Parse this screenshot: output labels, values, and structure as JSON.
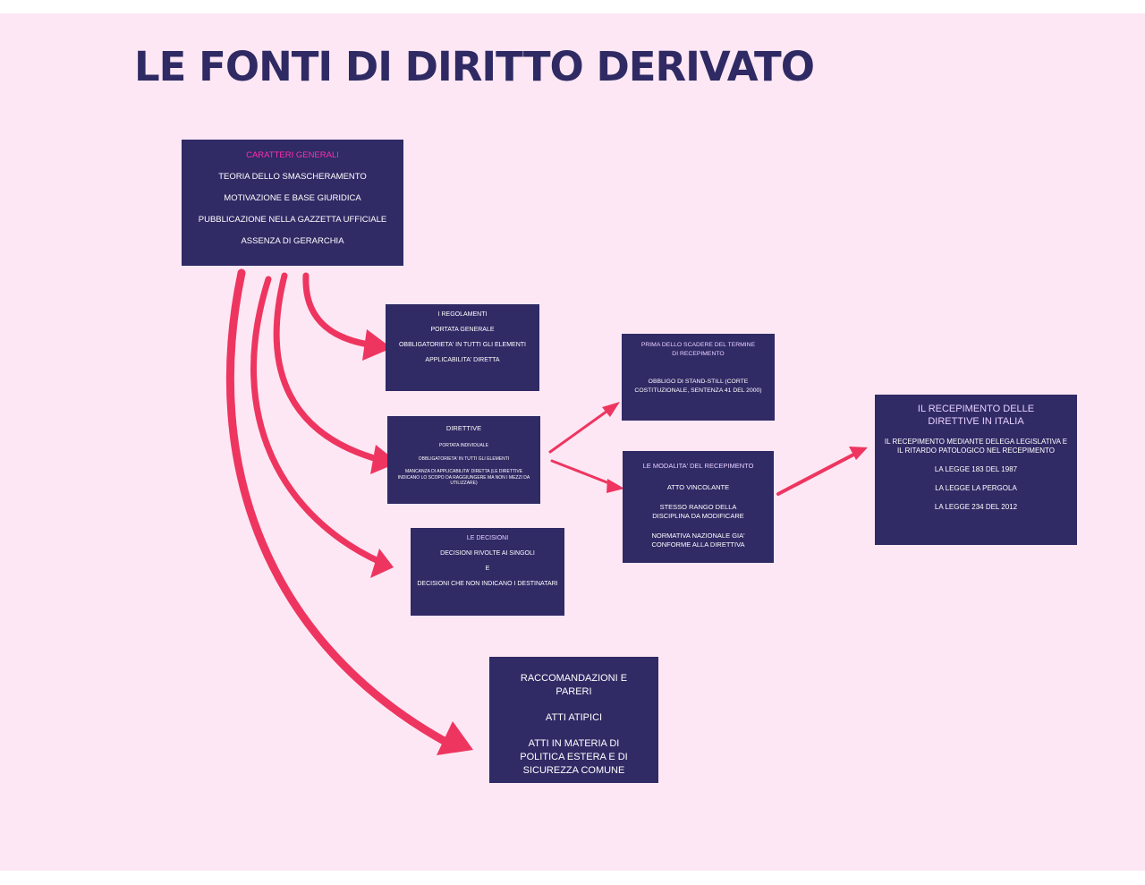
{
  "title": "LE FONTI DI DIRITTO DERIVATO",
  "colors": {
    "background": "#fde7f4",
    "box": "#302a65",
    "title": "#2f2a63",
    "arrow": "#ee3560",
    "heading_pink": "#ff2fb0",
    "heading_lavender": "#e7d0ff"
  },
  "caratteri": {
    "heading": "CARATTERI GENERALI",
    "items": [
      "TEORIA DELLO SMASCHERAMENTO",
      "MOTIVAZIONE E BASE GIURIDICA",
      "PUBBLICAZIONE NELLA GAZZETTA UFFICIALE",
      "ASSENZA DI GERARCHIA"
    ]
  },
  "regolamenti": {
    "heading": "I REGOLAMENTI",
    "items": [
      "PORTATA GENERALE",
      "OBBLIGATORIETA' IN TUTTI GLI ELEMENTI",
      "APPLICABILITA' DIRETTA"
    ]
  },
  "direttive": {
    "heading": "DIRETTIVE",
    "items": [
      "PORTATA INDIVIDUALE",
      "OBBLIGATORIETA' IN TUTTI GLI ELEMENTI",
      "MANCANZA DI APPLICABILITA' DIRETTA (LE DIRETTIVE INDICANO LO SCOPO DA RAGGIUNGERE MA NON I MEZZI DA UTILIZZARE)"
    ]
  },
  "decisioni": {
    "heading": "LE DECISIONI",
    "items": [
      "DECISIONI RIVOLTE AI SINGOLI",
      "E",
      "DECISIONI CHE NON INDICANO I DESTINATARI"
    ]
  },
  "raccomandazioni": {
    "items": [
      "RACCOMANDAZIONI E PARERI",
      "ATTI ATIPICI",
      "ATTI IN MATERIA DI POLITICA ESTERA E DI SICUREZZA COMUNE"
    ]
  },
  "prima_scadere": {
    "heading": "PRIMA DELLO SCADERE DEL TERMINE DI RECEPIMENTO",
    "items": [
      "OBBLIGO DI STAND-STILL (CORTE COSTITUZIONALE, SENTENZA 41 DEL 2000)"
    ]
  },
  "modalita": {
    "heading": "LE MODALITA' DEL RECEPIMENTO",
    "items": [
      "ATTO VINCOLANTE",
      "STESSO RANGO DELLA DISCIPLINA DA MODIFICARE",
      "NORMATIVA NAZIONALE GIA' CONFORME ALLA DIRETTIVA"
    ]
  },
  "italia": {
    "heading": "IL RECEPIMENTO DELLE DIRETTIVE IN ITALIA",
    "items": [
      "IL RECEPIMENTO MEDIANTE DELEGA LEGISLATIVA E IL RITARDO PATOLOGICO NEL RECEPIMENTO",
      "LA LEGGE 183 DEL 1987",
      "LA LEGGE LA PERGOLA",
      "LA LEGGE 234 DEL 2012"
    ]
  }
}
